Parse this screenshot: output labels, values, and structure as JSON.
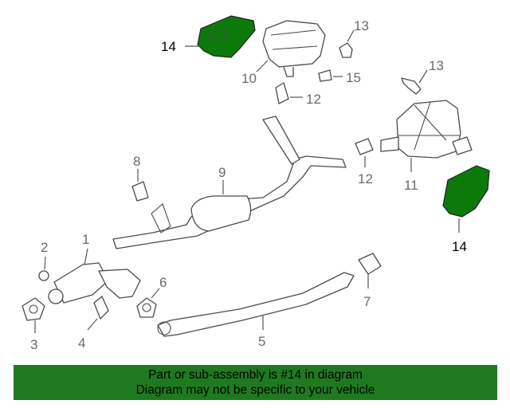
{
  "callouts": {
    "c1": "1",
    "c2": "2",
    "c3": "3",
    "c4": "4",
    "c5": "5",
    "c6": "6",
    "c7": "7",
    "c8": "8",
    "c9": "9",
    "c10": "10",
    "c11": "11",
    "c12a": "12",
    "c12b": "12",
    "c13a": "13",
    "c13b": "13",
    "c14a": "14",
    "c14b": "14",
    "c15": "15"
  },
  "colors": {
    "highlight": "#0b7a0b",
    "banner": "#1f7a1f"
  },
  "banner": {
    "line1": "Part or sub-assembly is #14 in diagram",
    "line2": "Diagram may not be specific to your vehicle"
  }
}
